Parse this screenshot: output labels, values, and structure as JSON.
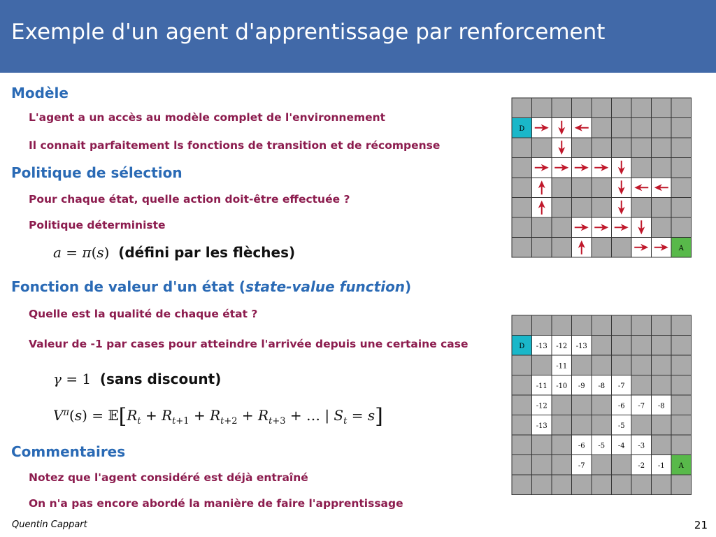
{
  "title": "Exemple d'un agent d'apprentissage par renforcement",
  "sections": {
    "modele": {
      "heading": "Modèle",
      "items": [
        "L'agent a un accès au modèle complet de l'environnement",
        "Il connait parfaitement ls fonctions de transition et de récompense"
      ]
    },
    "politique": {
      "heading": "Politique de sélection",
      "items": [
        "Pour chaque état, quelle action doit-être effectuée ?",
        "Politique déterministe"
      ],
      "formula_note": "(défini par les flèches)"
    },
    "valeur": {
      "heading_prefix": "Fonction de valeur d'un état (",
      "heading_italic": "state-value function",
      "heading_suffix": ")",
      "items": [
        "Quelle est la qualité de chaque état ?",
        "Valeur de -1 par cases pour atteindre l'arrivée depuis une certaine case"
      ],
      "gamma_note": "(sans discount)"
    },
    "commentaires": {
      "heading": "Commentaires",
      "items": [
        "Notez que l'agent considéré est déjà entraîné",
        "On n'a pas encore abordé la manière de faire l'apprentissage"
      ]
    }
  },
  "footer": {
    "author": "Quentin Cappart",
    "page": "21"
  },
  "grid_colors": {
    "cell": "#aaaaaa",
    "line": "#333333",
    "start": "#1ab7c9",
    "goal": "#58b94a",
    "white": "#ffffff",
    "arrow": "#c0182b"
  },
  "policy_grid": {
    "rows": 8,
    "cols": 9,
    "start": {
      "row": 1,
      "col": 0,
      "label": "D"
    },
    "goal": {
      "row": 7,
      "col": 8,
      "label": "A"
    },
    "white_cells": [
      [
        1,
        1
      ],
      [
        1,
        2
      ],
      [
        1,
        3
      ],
      [
        2,
        2
      ],
      [
        3,
        1
      ],
      [
        3,
        2
      ],
      [
        3,
        3
      ],
      [
        3,
        4
      ],
      [
        3,
        5
      ],
      [
        4,
        1
      ],
      [
        4,
        5
      ],
      [
        4,
        6
      ],
      [
        4,
        7
      ],
      [
        5,
        1
      ],
      [
        5,
        5
      ],
      [
        6,
        3
      ],
      [
        6,
        4
      ],
      [
        6,
        5
      ],
      [
        6,
        6
      ],
      [
        7,
        3
      ],
      [
        7,
        6
      ],
      [
        7,
        7
      ]
    ],
    "arrows": [
      {
        "row": 1,
        "col": 1,
        "dir": "right"
      },
      {
        "row": 1,
        "col": 2,
        "dir": "down"
      },
      {
        "row": 1,
        "col": 3,
        "dir": "left"
      },
      {
        "row": 2,
        "col": 2,
        "dir": "down"
      },
      {
        "row": 3,
        "col": 1,
        "dir": "right"
      },
      {
        "row": 3,
        "col": 2,
        "dir": "right"
      },
      {
        "row": 3,
        "col": 3,
        "dir": "right"
      },
      {
        "row": 3,
        "col": 4,
        "dir": "right"
      },
      {
        "row": 3,
        "col": 5,
        "dir": "down"
      },
      {
        "row": 4,
        "col": 1,
        "dir": "up"
      },
      {
        "row": 4,
        "col": 5,
        "dir": "down"
      },
      {
        "row": 4,
        "col": 6,
        "dir": "left"
      },
      {
        "row": 4,
        "col": 7,
        "dir": "left"
      },
      {
        "row": 5,
        "col": 1,
        "dir": "up"
      },
      {
        "row": 5,
        "col": 5,
        "dir": "down"
      },
      {
        "row": 6,
        "col": 3,
        "dir": "right"
      },
      {
        "row": 6,
        "col": 4,
        "dir": "right"
      },
      {
        "row": 6,
        "col": 5,
        "dir": "right"
      },
      {
        "row": 6,
        "col": 6,
        "dir": "down"
      },
      {
        "row": 7,
        "col": 3,
        "dir": "up"
      },
      {
        "row": 7,
        "col": 6,
        "dir": "right"
      },
      {
        "row": 7,
        "col": 7,
        "dir": "right"
      }
    ]
  },
  "value_grid": {
    "rows": 9,
    "cols": 9,
    "start": {
      "row": 1,
      "col": 0,
      "label": "D"
    },
    "goal": {
      "row": 7,
      "col": 8,
      "label": "A"
    },
    "white_cells": [
      [
        1,
        1
      ],
      [
        1,
        2
      ],
      [
        1,
        3
      ],
      [
        2,
        2
      ],
      [
        3,
        1
      ],
      [
        3,
        2
      ],
      [
        3,
        3
      ],
      [
        3,
        4
      ],
      [
        3,
        5
      ],
      [
        4,
        1
      ],
      [
        4,
        5
      ],
      [
        4,
        6
      ],
      [
        4,
        7
      ],
      [
        5,
        1
      ],
      [
        5,
        5
      ],
      [
        6,
        3
      ],
      [
        6,
        4
      ],
      [
        6,
        5
      ],
      [
        6,
        6
      ],
      [
        7,
        3
      ],
      [
        7,
        6
      ],
      [
        7,
        7
      ]
    ],
    "values": [
      {
        "row": 1,
        "col": 1,
        "v": "-13"
      },
      {
        "row": 1,
        "col": 2,
        "v": "-12"
      },
      {
        "row": 1,
        "col": 3,
        "v": "-13"
      },
      {
        "row": 2,
        "col": 2,
        "v": "-11"
      },
      {
        "row": 3,
        "col": 1,
        "v": "-11"
      },
      {
        "row": 3,
        "col": 2,
        "v": "-10"
      },
      {
        "row": 3,
        "col": 3,
        "v": "-9"
      },
      {
        "row": 3,
        "col": 4,
        "v": "-8"
      },
      {
        "row": 3,
        "col": 5,
        "v": "-7"
      },
      {
        "row": 4,
        "col": 1,
        "v": "-12"
      },
      {
        "row": 4,
        "col": 5,
        "v": "-6"
      },
      {
        "row": 4,
        "col": 6,
        "v": "-7"
      },
      {
        "row": 4,
        "col": 7,
        "v": "-8"
      },
      {
        "row": 5,
        "col": 1,
        "v": "-13"
      },
      {
        "row": 5,
        "col": 5,
        "v": "-5"
      },
      {
        "row": 6,
        "col": 3,
        "v": "-6"
      },
      {
        "row": 6,
        "col": 4,
        "v": "-5"
      },
      {
        "row": 6,
        "col": 5,
        "v": "-4"
      },
      {
        "row": 6,
        "col": 6,
        "v": "-3"
      },
      {
        "row": 7,
        "col": 3,
        "v": "-7"
      },
      {
        "row": 7,
        "col": 6,
        "v": "-2"
      },
      {
        "row": 7,
        "col": 7,
        "v": "-1"
      }
    ]
  }
}
